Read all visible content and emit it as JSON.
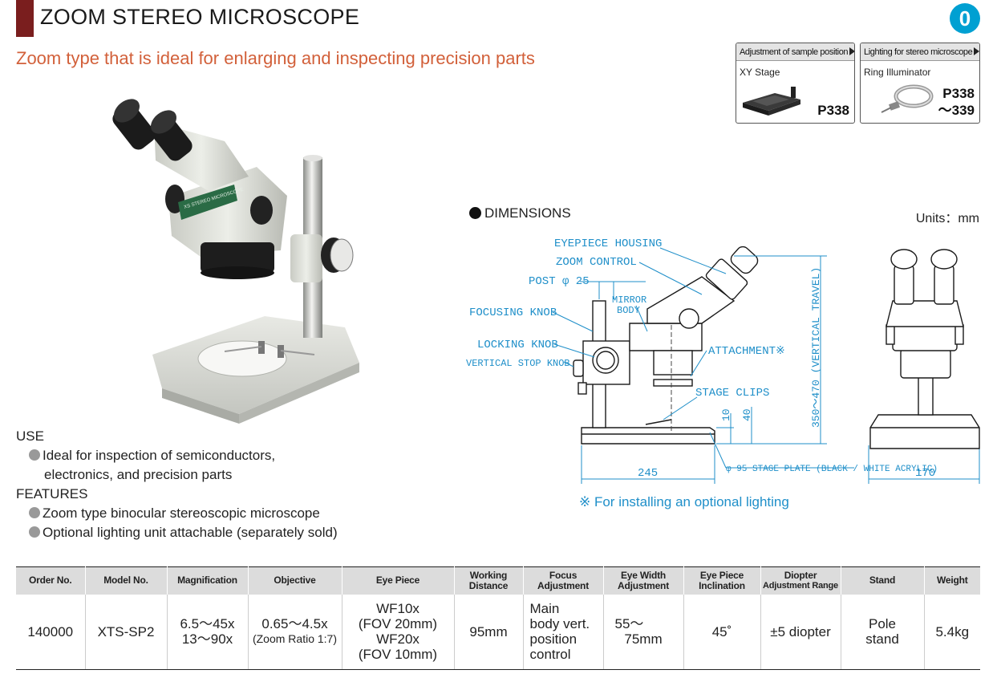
{
  "header": {
    "title": "ZOOM STEREO MICROSCOPE",
    "section_badge": "0",
    "subtitle": "Zoom type that is ideal for enlarging and inspecting precision parts"
  },
  "references": [
    {
      "heading": "Adjustment of sample position",
      "name": "XY Stage",
      "page": "P338"
    },
    {
      "heading": "Lighting for stereo microscope",
      "name": "Ring Illuminator",
      "page_line1": "P338",
      "page_line2": "～339"
    }
  ],
  "product_label": "XS STEREO MICROSCOPE",
  "use": {
    "heading": "USE",
    "line1": "Ideal for inspection of semiconductors,",
    "line2": "electronics, and precision parts"
  },
  "features": {
    "heading": "FEATURES",
    "items": [
      "Zoom type binocular stereoscopic microscope",
      "Optional lighting unit attachable (separately sold)"
    ]
  },
  "dimensions": {
    "heading": "DIMENSIONS",
    "units": "Units：mm",
    "labels": {
      "eyepiece_housing": "EYEPIECE HOUSING",
      "zoom_control": "ZOOM CONTROL",
      "post": "POST φ 25",
      "mirror": "MIRROR",
      "body": "BODY",
      "focusing_knob": "FOCUSING KNOB",
      "locking_knob": "LOCKING KNOB",
      "vertical_stop_knob": "VERTICAL STOP KNOB",
      "attachment": "ATTACHMENT※",
      "stage_clips": "STAGE CLIPS",
      "dim_10": "10",
      "dim_40": "40",
      "vertical_travel": "350～470 (VERTICAL TRAVEL)",
      "width_245": "245",
      "stage_plate": "φ 95 STAGE PLATE (BLACK / WHITE ACRYLIC)",
      "width_170": "170"
    },
    "note": "※ For installing an optional lighting"
  },
  "colors": {
    "accent": "#7a1e1e",
    "subtitle": "#d2603a",
    "drawing": "#1f8fc9",
    "badge": "#00a0d2"
  },
  "spec_table": {
    "headers": {
      "order_no": "Order No.",
      "model_no": "Model No.",
      "magnification": "Magnification",
      "objective": "Objective",
      "eye_piece": "Eye Piece",
      "working_distance_1": "Working",
      "working_distance_2": "Distance",
      "focus_adjustment_1": "Focus",
      "focus_adjustment_2": "Adjustment",
      "eye_width_1": "Eye Width",
      "eye_width_2": "Adjustment",
      "eye_inclination_1": "Eye Piece",
      "eye_inclination_2": "Inclination",
      "diopter_1": "Diopter",
      "diopter_2": "Adjustment Range",
      "stand": "Stand",
      "weight": "Weight"
    },
    "row": {
      "order_no": "140000",
      "model_no": "XTS-SP2",
      "magnification_1": "6.5～45x",
      "magnification_2": "13～90x",
      "objective_1": "0.65～4.5x",
      "objective_2": "(Zoom Ratio 1:7)",
      "eye_piece_1": "WF10x",
      "eye_piece_2": "(FOV 20mm)",
      "eye_piece_3": "WF20x",
      "eye_piece_4": "(FOV 10mm)",
      "working_distance": "95mm",
      "focus_1": "Main",
      "focus_2": "body vert.",
      "focus_3": "position",
      "focus_4": "control",
      "eye_width_1": "55～",
      "eye_width_2": "75mm",
      "inclination": "45˚",
      "diopter": "±5 diopter",
      "stand_1": "Pole",
      "stand_2": "stand",
      "weight": "5.4kg"
    }
  }
}
